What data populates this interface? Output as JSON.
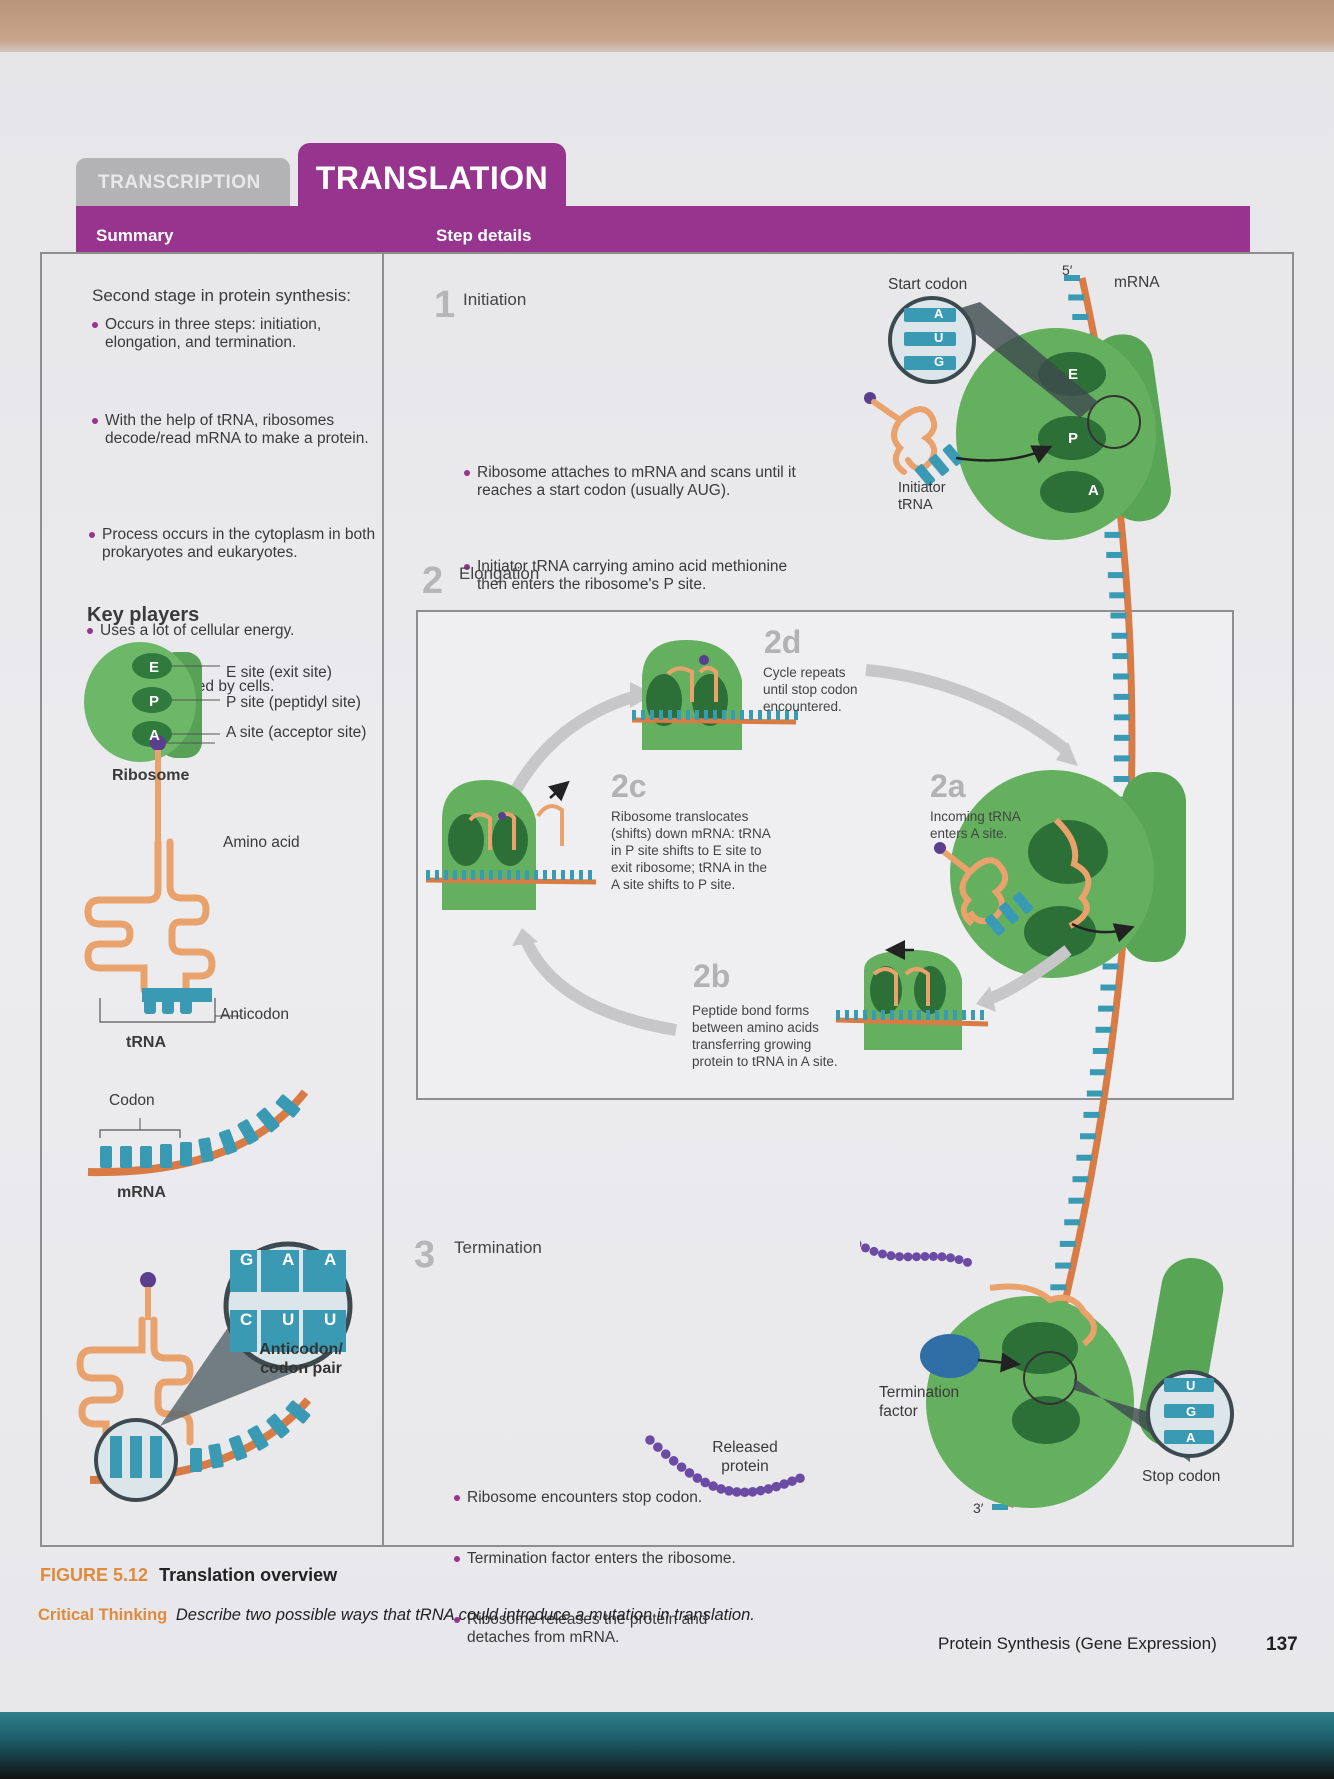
{
  "tabs": {
    "inactive": "TRANSCRIPTION",
    "active": "TRANSLATION"
  },
  "header": {
    "summary": "Summary",
    "step_details": "Step details"
  },
  "summary": {
    "title": "Second stage in protein synthesis:",
    "bullets": [
      "Occurs in three steps: initiation, elongation, and termination.",
      "With the help of tRNA, ribosomes decode/read mRNA to make a protein.",
      "Process occurs in the cytoplasm in both prokaryotes and eukaryotes.",
      "Uses a lot of cellular energy.",
      "Tightly regulated by cells."
    ]
  },
  "key_players": {
    "title": "Key players",
    "sites": [
      {
        "letter": "E",
        "label": "E site (exit site)"
      },
      {
        "letter": "P",
        "label": "P site (peptidyl site)"
      },
      {
        "letter": "A",
        "label": "A site (acceptor site)"
      }
    ],
    "ribosome": "Ribosome",
    "amino_acid": "Amino acid",
    "anticodon": "Anticodon",
    "trna": "tRNA",
    "codon": "Codon",
    "mrna": "mRNA",
    "pair_top": [
      "G",
      "A",
      "A"
    ],
    "pair_bottom": [
      "C",
      "U",
      "U"
    ],
    "pair_label": "Anticodon/ codon pair"
  },
  "initiation": {
    "num": "1",
    "title": "Initiation",
    "bullets": [
      "Ribosome attaches to mRNA and scans until it reaches a start codon (usually AUG).",
      "Initiator tRNA carrying amino acid methionine then enters the ribosome's P site."
    ],
    "start_codon": "Start codon",
    "start_letters": [
      "A",
      "U",
      "G"
    ],
    "initiator": "Initiator tRNA",
    "five_prime": "5′",
    "mrna": "mRNA",
    "sites": [
      "E",
      "P",
      "A"
    ]
  },
  "elongation": {
    "num": "2",
    "title": "Elongation",
    "steps": {
      "d": {
        "num": "2d",
        "text": "Cycle repeats until stop codon encountered."
      },
      "a": {
        "num": "2a",
        "text": "Incoming tRNA enters A site."
      },
      "b": {
        "num": "2b",
        "text": "Peptide bond forms between amino acids transferring growing protein to tRNA in A site."
      },
      "c": {
        "num": "2c",
        "text": "Ribosome translocates (shifts) down mRNA: tRNA in P site shifts to E site to exit ribosome; tRNA in the A site shifts to P site."
      }
    }
  },
  "termination": {
    "num": "3",
    "title": "Termination",
    "bullets": [
      "Ribosome encounters stop codon.",
      "Termination factor enters the ribosome.",
      "Ribosome releases the protein and detaches from mRNA."
    ],
    "released": "Released protein",
    "factor": "Termination factor",
    "stop_codon": "Stop codon",
    "stop_letters": [
      "U",
      "G",
      "A"
    ],
    "three_prime": "3′"
  },
  "figure": {
    "num": "FIGURE 5.12",
    "title": "Translation overview"
  },
  "critical": {
    "label": "Critical Thinking",
    "text": "Describe two possible ways that tRNA could introduce a mutation in translation."
  },
  "footer": {
    "section": "Protein Synthesis (Gene Expression)",
    "page": "137"
  },
  "colors": {
    "purple": "#96348e",
    "ribosome_green": "#5fae5c",
    "mrna_blue": "#3a9ab3",
    "trna_orange": "#e9a26c",
    "figure_orange": "#e08a3c"
  }
}
